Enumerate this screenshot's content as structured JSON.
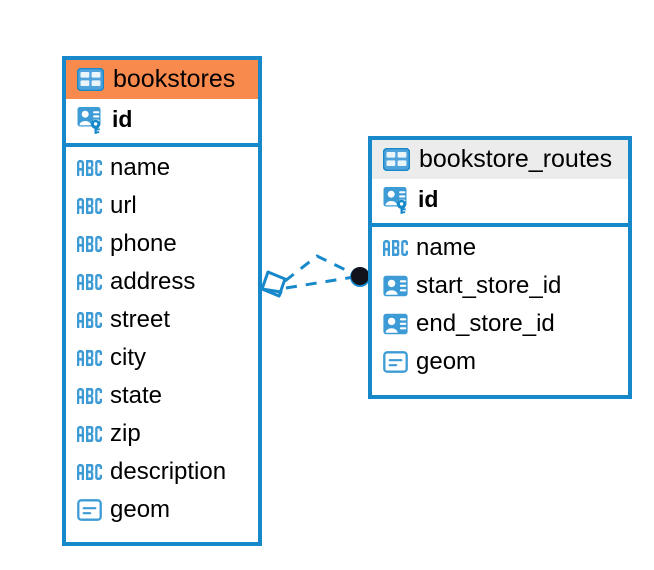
{
  "diagram": {
    "type": "entity-relationship",
    "background_color": "#FFFFFF",
    "accent_color": "#1789CA",
    "highlight_color": "#F98A4E",
    "neutral_header_color": "#ECECEC"
  },
  "entities": [
    {
      "name": "bookstores",
      "header_style": "accent",
      "table_icon": "table-icon",
      "primary_key": {
        "label": "id",
        "icon": "primary-key-icon",
        "type": "pk"
      },
      "fields": [
        {
          "label": "name",
          "icon": "abc-text-icon",
          "type": "text"
        },
        {
          "label": "url",
          "icon": "abc-text-icon",
          "type": "text"
        },
        {
          "label": "phone",
          "icon": "abc-text-icon",
          "type": "text"
        },
        {
          "label": "address",
          "icon": "abc-text-icon",
          "type": "text"
        },
        {
          "label": "street",
          "icon": "abc-text-icon",
          "type": "text"
        },
        {
          "label": "city",
          "icon": "abc-text-icon",
          "type": "text"
        },
        {
          "label": "state",
          "icon": "abc-text-icon",
          "type": "text"
        },
        {
          "label": "zip",
          "icon": "abc-text-icon",
          "type": "text"
        },
        {
          "label": "description",
          "icon": "abc-text-icon",
          "type": "text"
        },
        {
          "label": "geom",
          "icon": "geometry-icon",
          "type": "geometry"
        }
      ]
    },
    {
      "name": "bookstore_routes",
      "header_style": "neutral",
      "table_icon": "table-icon",
      "primary_key": {
        "label": "id",
        "icon": "primary-key-icon",
        "type": "pk"
      },
      "fields": [
        {
          "label": "name",
          "icon": "abc-text-icon",
          "type": "text"
        },
        {
          "label": "start_store_id",
          "icon": "foreign-key-icon",
          "type": "fk"
        },
        {
          "label": "end_store_id",
          "icon": "foreign-key-icon",
          "type": "fk"
        },
        {
          "label": "geom",
          "icon": "geometry-icon",
          "type": "geometry"
        }
      ]
    }
  ],
  "relationship": {
    "from_entity": "bookstores",
    "to_entity": "bookstore_routes",
    "line_style": "dashed",
    "line_color": "#1789CA",
    "source_marker": "crows-foot-diamond-marker",
    "target_marker": "filled-circle-marker",
    "target_marker_color": "#0D0D14"
  }
}
